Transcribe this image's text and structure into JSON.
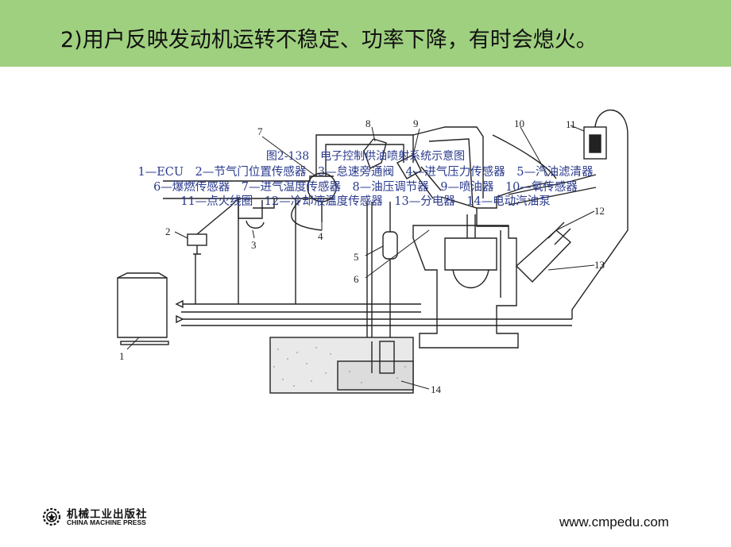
{
  "slide": {
    "title": "2)用户反映发动机运转不稳定、功率下降，有时会熄火。"
  },
  "figure": {
    "caption_title": "图2-138　电子控制供油喷射系统示意图",
    "caption_line1": "1—ECU　2—节气门位置传感器　3—怠速旁通阀　4—进气压力传感器　5—汽油滤清器",
    "caption_line2": "6—爆燃传感器　7—进气温度传感器　8—油压调节器　9—喷油器　10—氧传感器",
    "caption_line3": "11—点火线圈　12—冷却液温度传感器　13—分电器　14—电动汽油泵",
    "labels": [
      "1",
      "2",
      "3",
      "4",
      "5",
      "6",
      "7",
      "8",
      "9",
      "10",
      "11",
      "12",
      "13",
      "14"
    ]
  },
  "footer": {
    "publisher_cn": "机械工业出版社",
    "publisher_en": "CHINA MACHINE PRESS",
    "url": "www.cmpedu.com"
  }
}
